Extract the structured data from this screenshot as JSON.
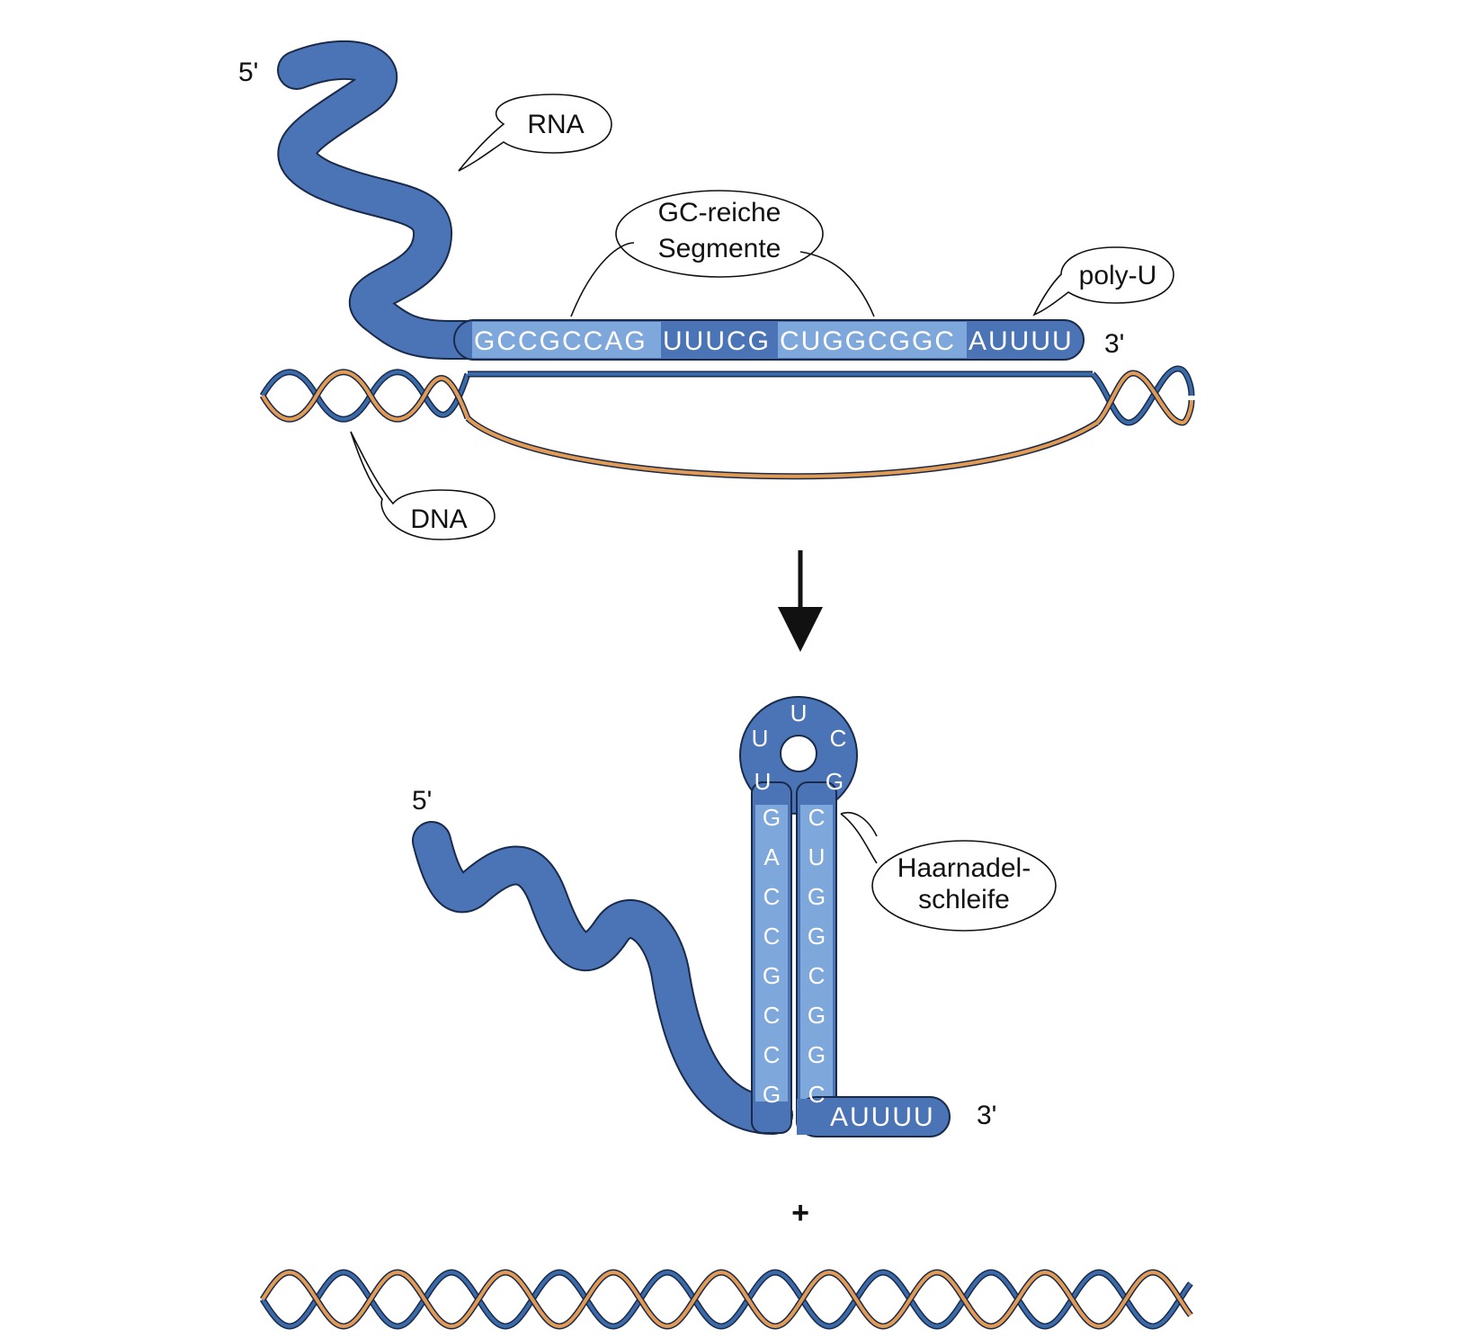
{
  "labels": {
    "five_prime_top": "5'",
    "three_prime_top": "3'",
    "rna": "RNA",
    "gc_rich_line1": "GC-reiche",
    "gc_rich_line2": "Segmente",
    "poly_u": "poly-U",
    "dna": "DNA",
    "five_prime_bottom": "5'",
    "three_prime_bottom": "3'",
    "hairpin_line1": "Haarnadel-",
    "hairpin_line2": "schleife",
    "plus": "+"
  },
  "top_sequence": {
    "segment1": "GCCGCCAG",
    "segment2": "UUUCG",
    "segment3": "CUGGCGGC",
    "segment4": "AUUUU"
  },
  "hairpin": {
    "left_stem": [
      "G",
      "A",
      "C",
      "C",
      "G",
      "C",
      "C",
      "G"
    ],
    "right_stem": [
      "C",
      "U",
      "G",
      "G",
      "C",
      "G",
      "G",
      "C"
    ],
    "loop_left": [
      "U",
      "U"
    ],
    "loop_top": "U",
    "loop_right": [
      "C",
      "G"
    ],
    "tail": "AUUUU"
  },
  "colors": {
    "rna_dark": "#4a74b6",
    "rna_light": "#7ea7dc",
    "dna_blue": "#3b6aa8",
    "dna_orange": "#e39a52",
    "outline": "#1a2a4a"
  }
}
